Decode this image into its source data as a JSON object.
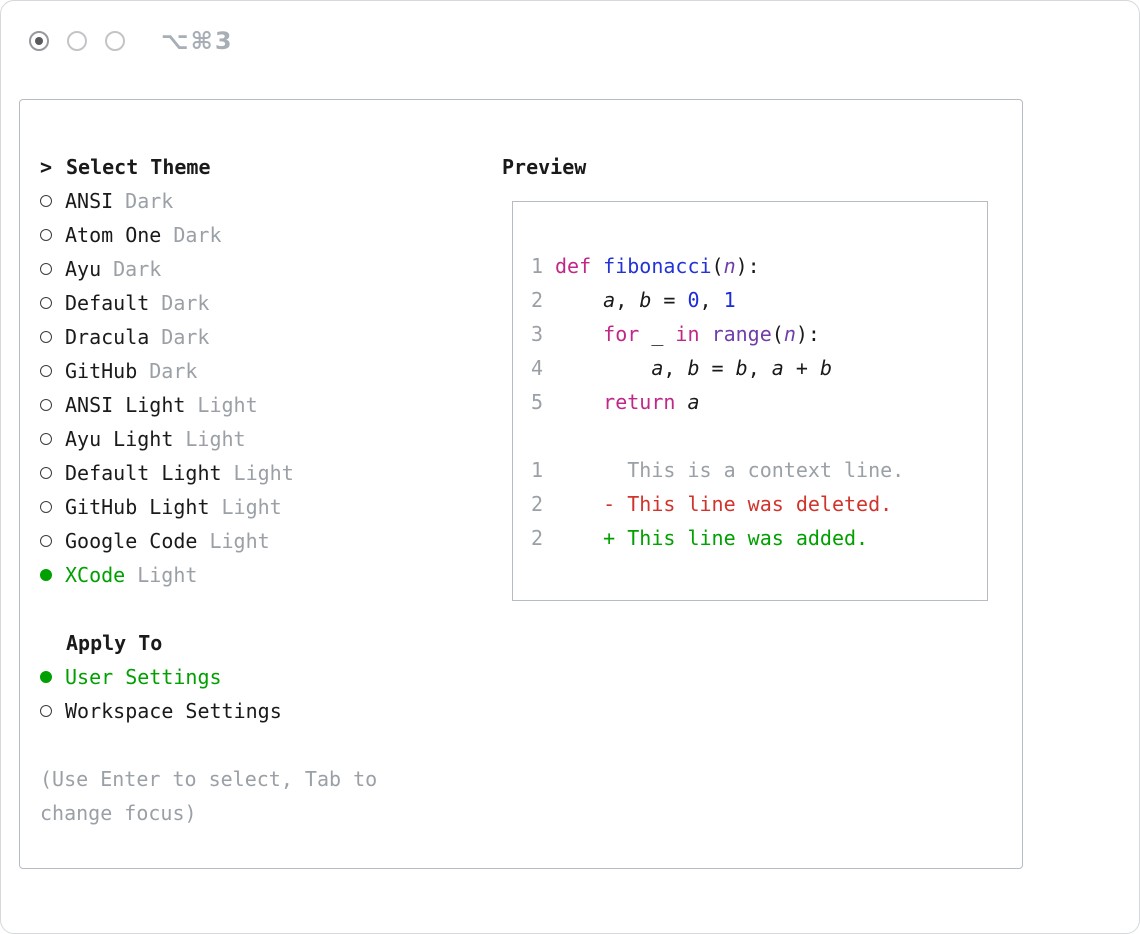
{
  "window": {
    "shortcut": "⌥⌘3"
  },
  "theme_picker": {
    "title_prefix": ">",
    "title": "Select Theme",
    "items": [
      {
        "name": "ANSI",
        "variant": "Dark",
        "selected": false
      },
      {
        "name": "Atom One",
        "variant": "Dark",
        "selected": false
      },
      {
        "name": "Ayu",
        "variant": "Dark",
        "selected": false
      },
      {
        "name": "Default",
        "variant": "Dark",
        "selected": false
      },
      {
        "name": "Dracula",
        "variant": "Dark",
        "selected": false
      },
      {
        "name": "GitHub",
        "variant": "Dark",
        "selected": false
      },
      {
        "name": "ANSI Light",
        "variant": "Light",
        "selected": false
      },
      {
        "name": "Ayu Light",
        "variant": "Light",
        "selected": false
      },
      {
        "name": "Default Light",
        "variant": "Light",
        "selected": false
      },
      {
        "name": "GitHub Light",
        "variant": "Light",
        "selected": false
      },
      {
        "name": "Google Code",
        "variant": "Light",
        "selected": false
      },
      {
        "name": "XCode",
        "variant": "Light",
        "selected": true
      }
    ],
    "apply_to": {
      "title": "Apply To",
      "options": [
        {
          "label": "User Settings",
          "selected": true
        },
        {
          "label": "Workspace Settings",
          "selected": false
        }
      ]
    },
    "hint_lines": [
      "(Use Enter to select, Tab to",
      "change focus)"
    ]
  },
  "preview": {
    "title": "Preview",
    "lines": [
      {
        "num": "1",
        "tokens": [
          {
            "t": "def",
            "c": "kw"
          },
          {
            "t": " ",
            "c": "pl"
          },
          {
            "t": "fibonacci",
            "c": "fn"
          },
          {
            "t": "(",
            "c": "pl"
          },
          {
            "t": "n",
            "c": "pr"
          },
          {
            "t": "):",
            "c": "pl"
          }
        ]
      },
      {
        "num": "2",
        "tokens": [
          {
            "t": "    ",
            "c": "pl"
          },
          {
            "t": "a",
            "c": "vr"
          },
          {
            "t": ", ",
            "c": "pl"
          },
          {
            "t": "b",
            "c": "vr"
          },
          {
            "t": " = ",
            "c": "pl"
          },
          {
            "t": "0",
            "c": "nm"
          },
          {
            "t": ", ",
            "c": "pl"
          },
          {
            "t": "1",
            "c": "nm"
          }
        ]
      },
      {
        "num": "3",
        "tokens": [
          {
            "t": "    ",
            "c": "pl"
          },
          {
            "t": "for",
            "c": "kw"
          },
          {
            "t": " _ ",
            "c": "pl"
          },
          {
            "t": "in",
            "c": "kw"
          },
          {
            "t": " ",
            "c": "pl"
          },
          {
            "t": "range",
            "c": "ty"
          },
          {
            "t": "(",
            "c": "pl"
          },
          {
            "t": "n",
            "c": "pr"
          },
          {
            "t": "):",
            "c": "pl"
          }
        ]
      },
      {
        "num": "4",
        "tokens": [
          {
            "t": "        ",
            "c": "pl"
          },
          {
            "t": "a",
            "c": "vr"
          },
          {
            "t": ", ",
            "c": "pl"
          },
          {
            "t": "b",
            "c": "vr"
          },
          {
            "t": " = ",
            "c": "pl"
          },
          {
            "t": "b",
            "c": "vr"
          },
          {
            "t": ", ",
            "c": "pl"
          },
          {
            "t": "a",
            "c": "vr"
          },
          {
            "t": " + ",
            "c": "pl"
          },
          {
            "t": "b",
            "c": "vr"
          }
        ]
      },
      {
        "num": "5",
        "tokens": [
          {
            "t": "    ",
            "c": "pl"
          },
          {
            "t": "return",
            "c": "kw"
          },
          {
            "t": " ",
            "c": "pl"
          },
          {
            "t": "a",
            "c": "vr"
          }
        ]
      },
      {
        "blank": true
      },
      {
        "num": "1",
        "tokens": [
          {
            "t": "      ",
            "c": "pl"
          },
          {
            "t": "This is a context line.",
            "c": "ctx"
          }
        ]
      },
      {
        "num": "2",
        "tokens": [
          {
            "t": "    ",
            "c": "pl"
          },
          {
            "t": "- This line was deleted.",
            "c": "del"
          }
        ]
      },
      {
        "num": "2",
        "tokens": [
          {
            "t": "    ",
            "c": "pl"
          },
          {
            "t": "+ This line was added.",
            "c": "add"
          }
        ]
      }
    ]
  },
  "colors": {
    "accent_green": "#00a000",
    "deleted_red": "#d0342c",
    "keyword_magenta": "#c02887",
    "function_blue": "#2433d6",
    "number_blue": "#1c2bd8",
    "type_purple": "#703daa",
    "muted_gray": "#9aa0a6",
    "code_plain": "#1a1a1a"
  }
}
